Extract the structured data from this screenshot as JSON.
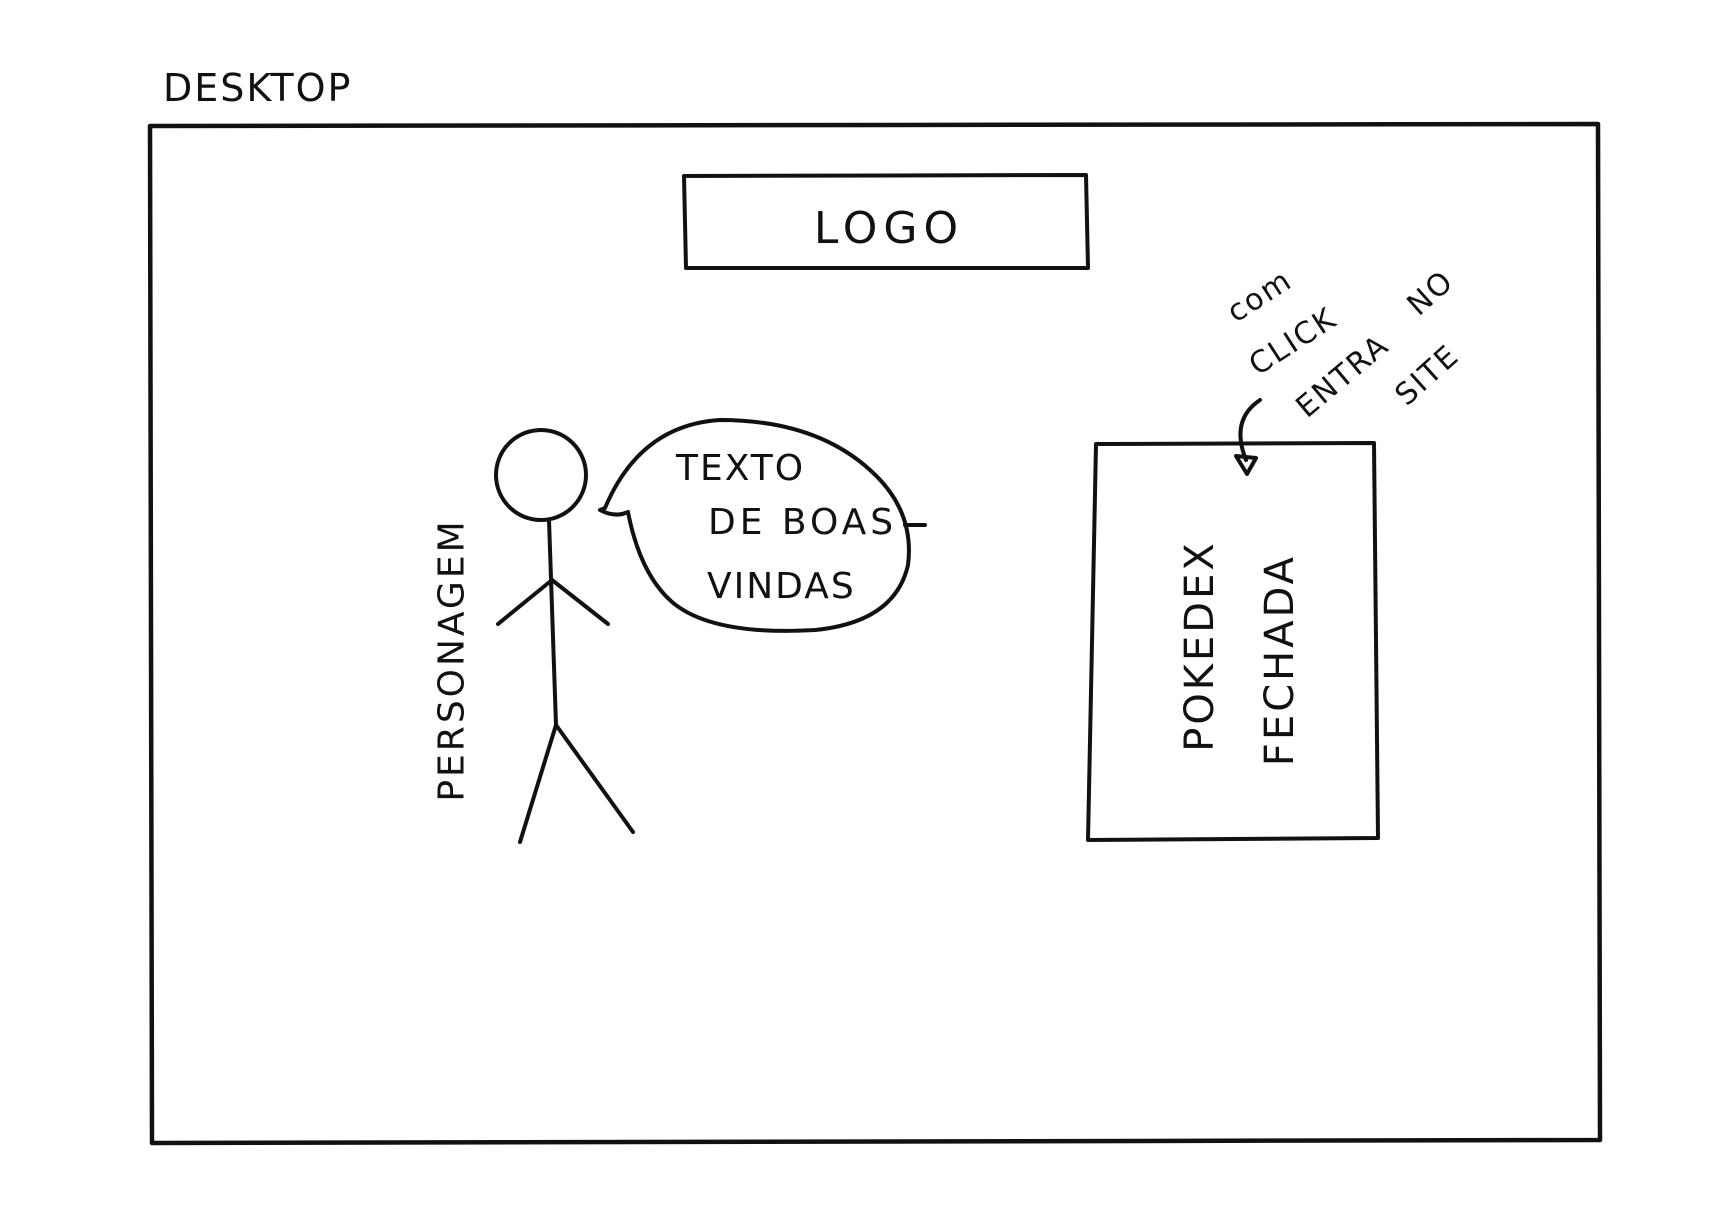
{
  "page_title": "DESKTOP",
  "header": {
    "logo_label": "LOGO"
  },
  "welcome": {
    "character_label": "PERSONAGEM",
    "speech_lines": [
      "TEXTO",
      "DE BOAS",
      "VINDAS"
    ]
  },
  "pokedex": {
    "label_lines": [
      "POKEDEX",
      "FECHADA"
    ]
  },
  "click_note": {
    "words": [
      "com",
      "CLICK",
      "ENTRA",
      "NO",
      "SITE"
    ]
  },
  "colors": {
    "ink": "#111111",
    "paper": "#ffffff"
  }
}
